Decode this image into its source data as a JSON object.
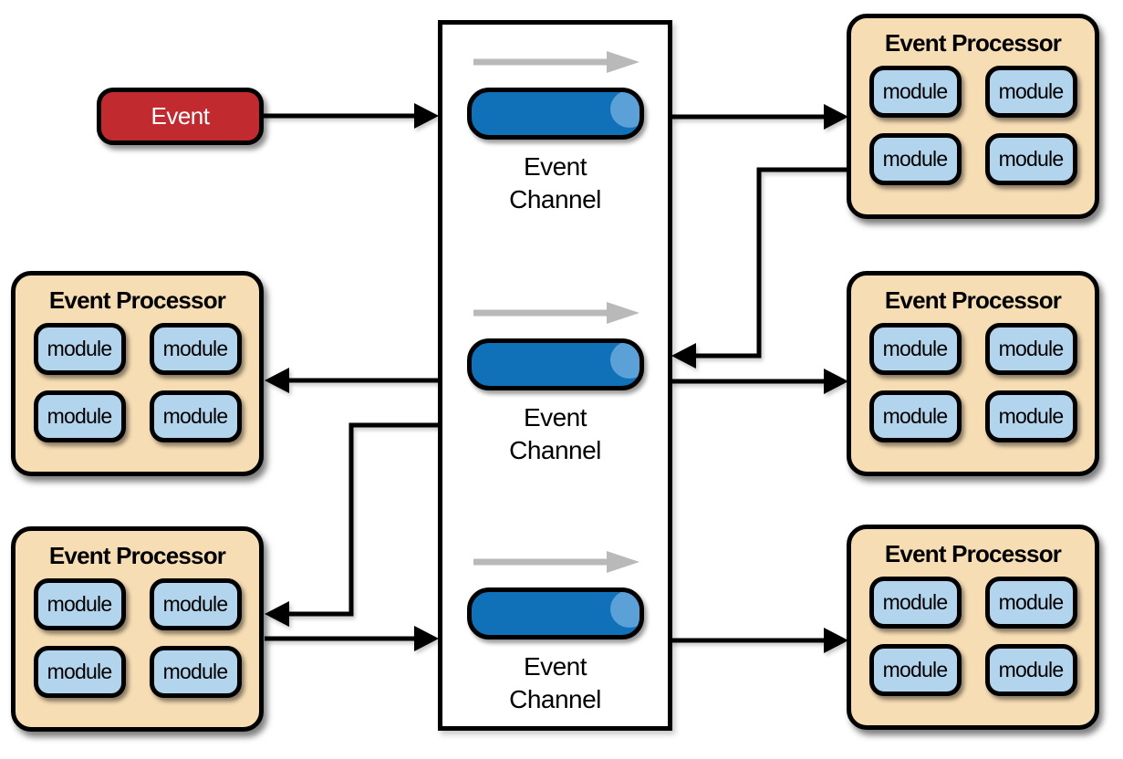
{
  "diagram": {
    "type": "event-driven-architecture-broker-topology",
    "event_node": {
      "label": "Event"
    },
    "channel_container": {
      "channels": [
        {
          "label_line1": "Event",
          "label_line2": "Channel"
        },
        {
          "label_line1": "Event",
          "label_line2": "Channel"
        },
        {
          "label_line1": "Event",
          "label_line2": "Channel"
        }
      ]
    },
    "processors": [
      {
        "id": "top-right",
        "title": "Event Processor",
        "modules": [
          "module",
          "module",
          "module",
          "module"
        ]
      },
      {
        "id": "middle-right",
        "title": "Event Processor",
        "modules": [
          "module",
          "module",
          "module",
          "module"
        ]
      },
      {
        "id": "bottom-right",
        "title": "Event Processor",
        "modules": [
          "module",
          "module",
          "module",
          "module"
        ]
      },
      {
        "id": "middle-left",
        "title": "Event Processor",
        "modules": [
          "module",
          "module",
          "module",
          "module"
        ]
      },
      {
        "id": "bottom-left",
        "title": "Event Processor",
        "modules": [
          "module",
          "module",
          "module",
          "module"
        ]
      }
    ],
    "edges": [
      {
        "from": "event",
        "to": "channel-container",
        "arrow": "right",
        "shape": "straight"
      },
      {
        "from": "channel-container",
        "to": "processor-top-right",
        "arrow": "right",
        "shape": "straight"
      },
      {
        "from": "processor-top-right",
        "to": "channel-container",
        "arrow": "left",
        "shape": "elbow"
      },
      {
        "from": "channel-container",
        "to": "processor-middle-right",
        "arrow": "right",
        "shape": "straight"
      },
      {
        "from": "channel-container",
        "to": "processor-middle-left",
        "arrow": "left",
        "shape": "straight"
      },
      {
        "from": "channel-container",
        "to": "processor-bottom-left",
        "arrow": "left",
        "shape": "elbow"
      },
      {
        "from": "processor-bottom-left",
        "to": "channel-container",
        "arrow": "right",
        "shape": "straight"
      },
      {
        "from": "channel-container",
        "to": "processor-bottom-right",
        "arrow": "right",
        "shape": "straight"
      }
    ],
    "colors": {
      "event_fill": "#C12B30",
      "event_text": "#FFFFFF",
      "processor_fill": "#F7DDB4",
      "module_fill": "#B2D4ED",
      "pipe_fill": "#1070B8",
      "pipe_cap_fill": "#5CA0D8",
      "flow_arrow": "#B9B9B9",
      "connector": "#000000"
    }
  }
}
